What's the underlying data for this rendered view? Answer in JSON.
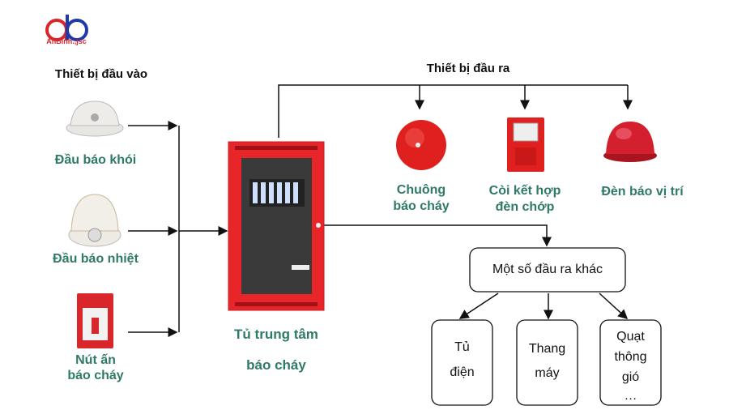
{
  "logo": {
    "text": "AnBinh.,jsc",
    "mark": "ab",
    "colors": {
      "a": "#d9262c",
      "b": "#1f3aa8"
    }
  },
  "inputs": {
    "title": "Thiết bị đầu vào",
    "items": [
      {
        "label": "Đầu báo khói",
        "icon": "smoke-detector"
      },
      {
        "label": "Đầu báo nhiệt",
        "icon": "heat-detector"
      },
      {
        "label_line1": "Nút ấn",
        "label_line2": "báo cháy",
        "icon": "manual-call-point"
      }
    ]
  },
  "panel": {
    "line1": "Tủ trung tâm",
    "line2": "báo cháy",
    "color": "#e8262a"
  },
  "outputs": {
    "title": "Thiết bị đầu ra",
    "items": [
      {
        "line1": "Chuông",
        "line2": "báo cháy",
        "icon": "fire-bell"
      },
      {
        "line1": "Còi kết hợp",
        "line2": "đèn chớp",
        "icon": "horn-strobe"
      },
      {
        "line1": "Đèn báo vị trí",
        "icon": "beacon-light"
      }
    ]
  },
  "other": {
    "title": "Một số đầu ra khác",
    "items": [
      {
        "lines": [
          "Tủ",
          "điện"
        ]
      },
      {
        "lines": [
          "Thang",
          "máy"
        ]
      },
      {
        "lines": [
          "Quạt",
          "thông",
          "gió",
          "…"
        ]
      }
    ]
  },
  "colors": {
    "label_green": "#2f7a66",
    "red": "#e8262a"
  }
}
